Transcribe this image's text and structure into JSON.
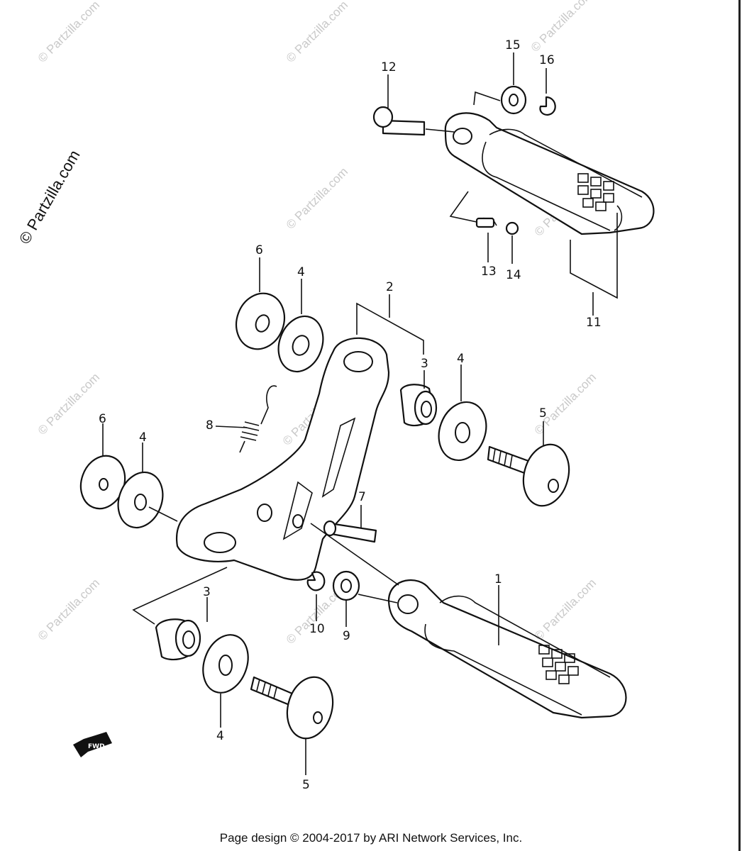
{
  "watermark": {
    "main": "© Partzilla.com",
    "repeat": "© Partzilla.com"
  },
  "callouts": {
    "c1": "1",
    "c2": "2",
    "c3a": "3",
    "c3b": "3",
    "c4a": "4",
    "c4b": "4",
    "c4c": "4",
    "c4d": "4",
    "c5a": "5",
    "c5b": "5",
    "c6a": "6",
    "c6b": "6",
    "c7": "7",
    "c8": "8",
    "c9": "9",
    "c10": "10",
    "c11": "11",
    "c12": "12",
    "c13": "13",
    "c14": "14",
    "c15": "15",
    "c16": "16"
  },
  "fwd_label": "FWD",
  "footer": "Page design © 2004-2017 by ARI Network Services, Inc."
}
